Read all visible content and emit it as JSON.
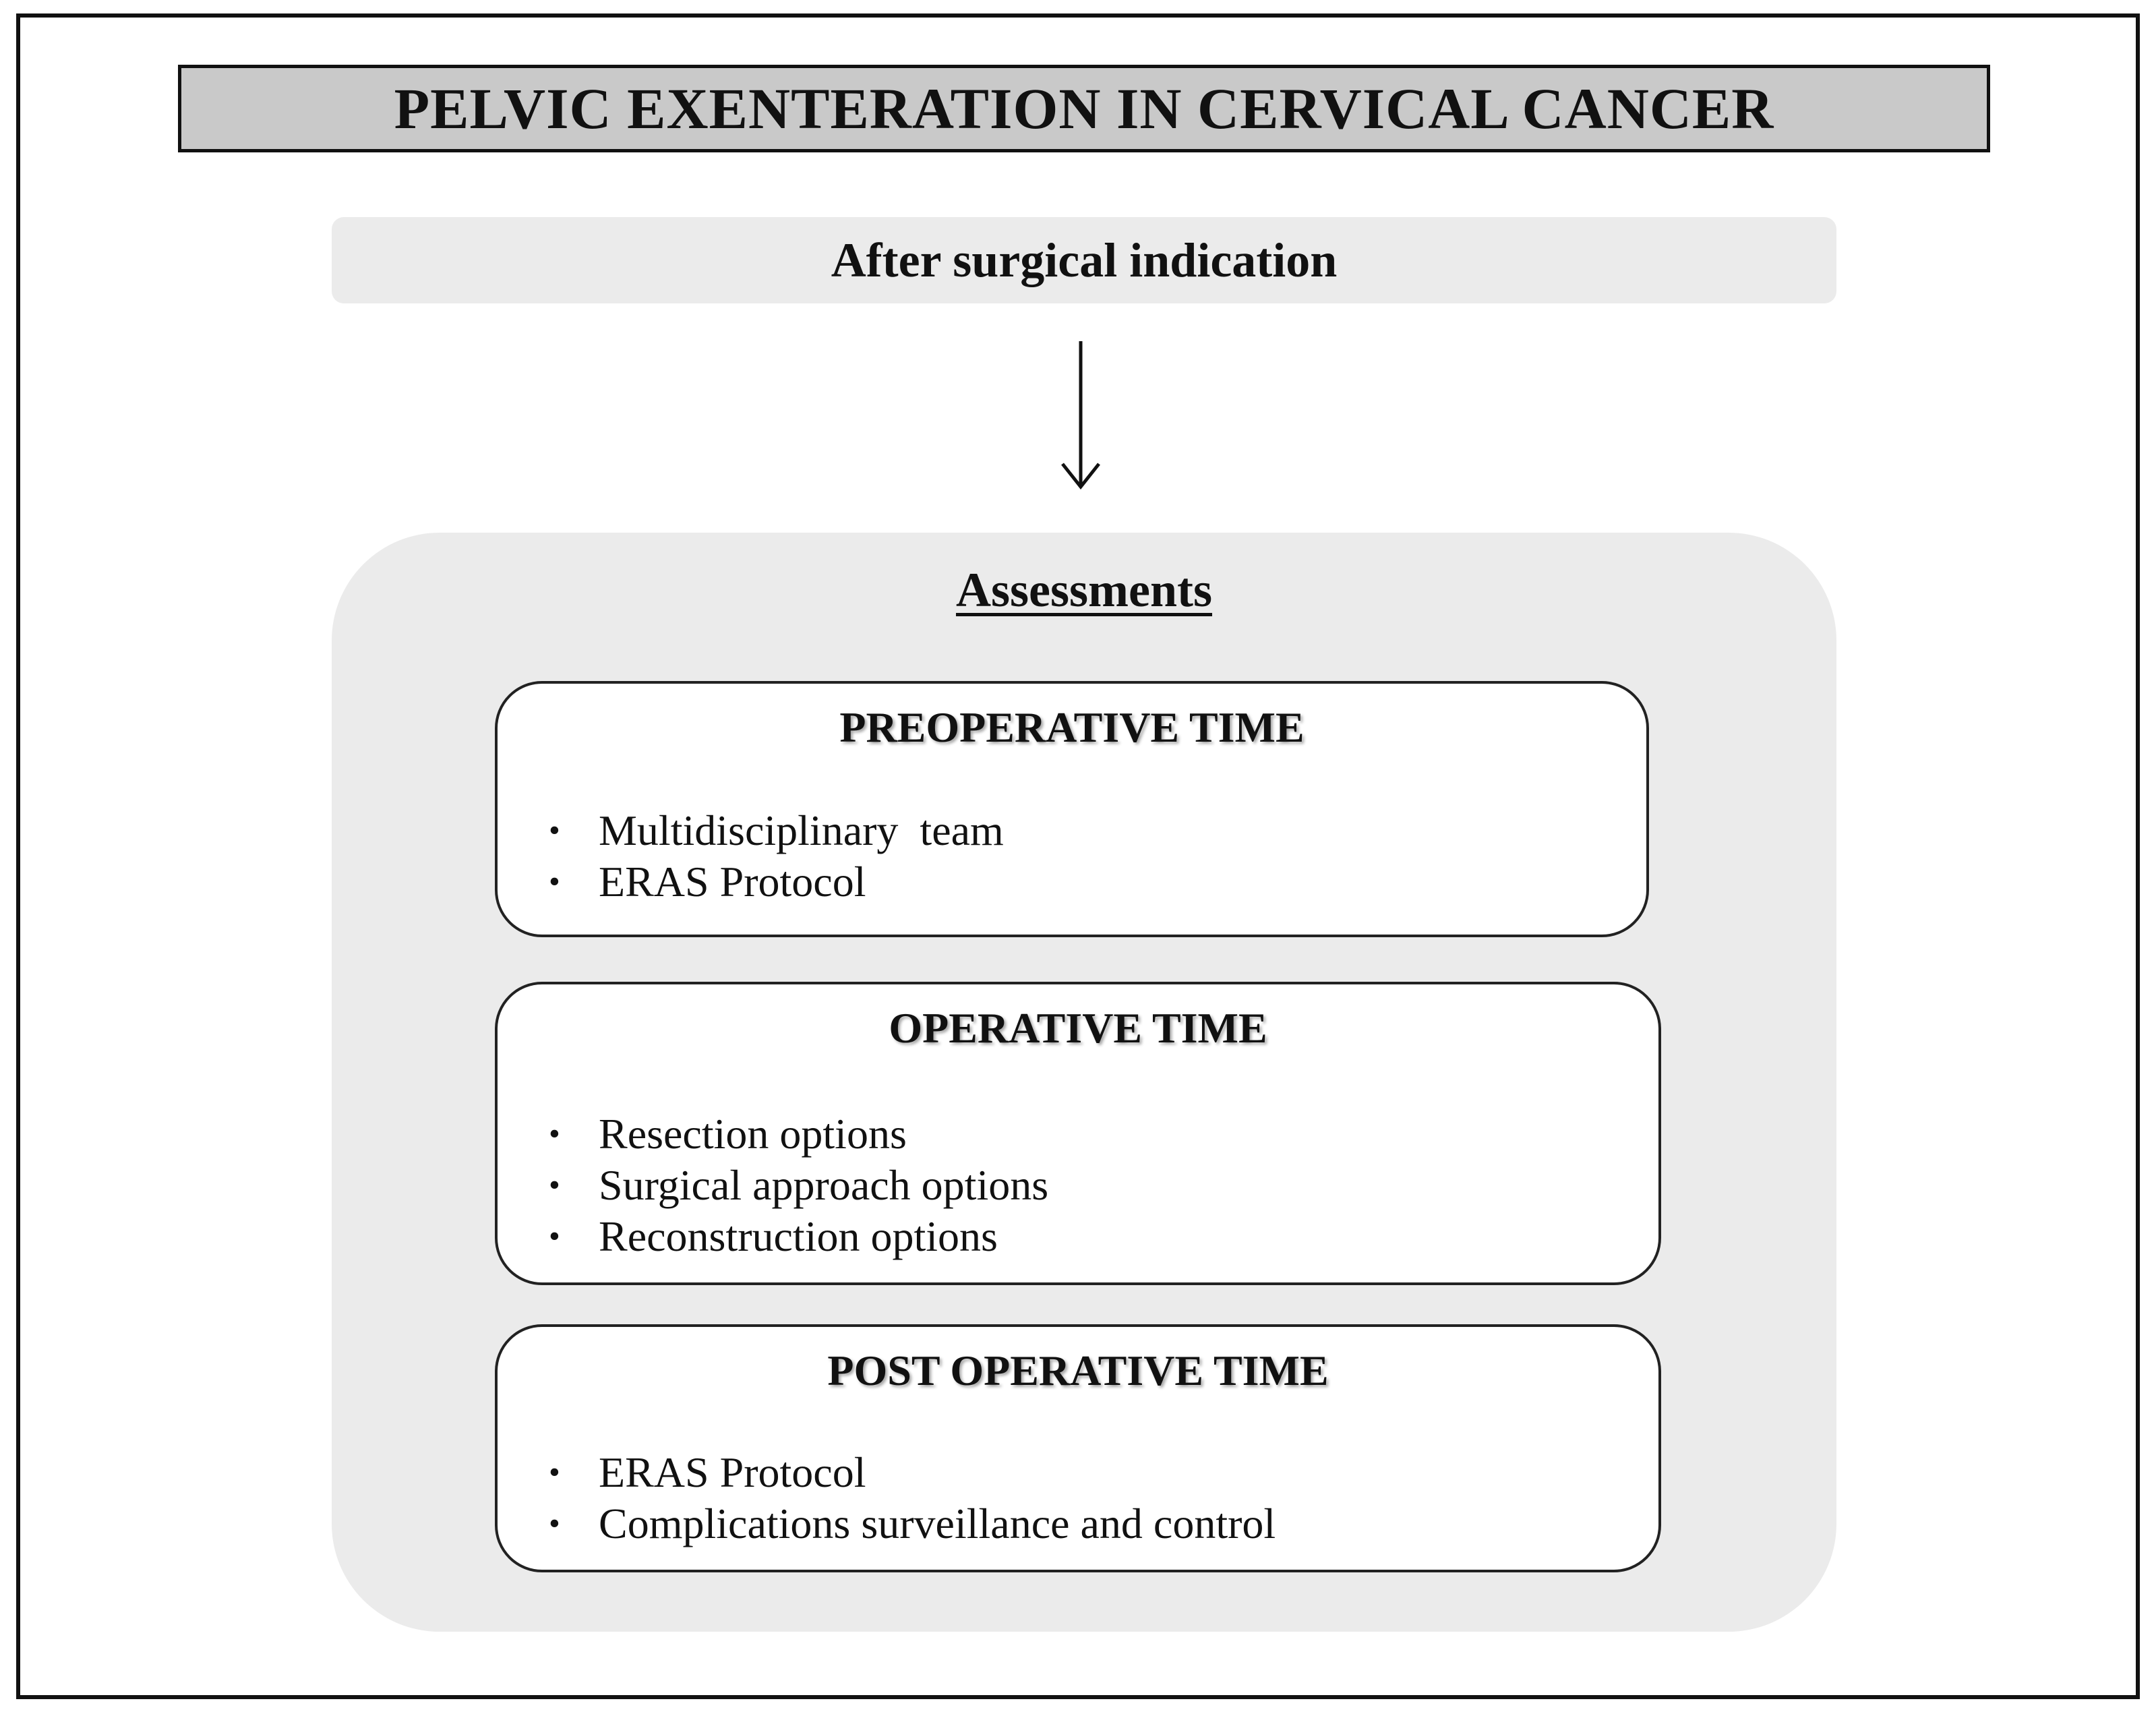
{
  "title": "PELVIC EXENTERATION IN CERVICAL CANCER",
  "indication": "After surgical indication",
  "assessments": {
    "heading": "Assessments",
    "phases": [
      {
        "title": "PREOPERATIVE TIME",
        "items": [
          "Multidisciplinary  team",
          "ERAS Protocol"
        ]
      },
      {
        "title": "OPERATIVE TIME",
        "items": [
          "Resection options",
          "Surgical approach options",
          "Reconstruction options"
        ]
      },
      {
        "title": "POST OPERATIVE TIME",
        "items": [
          "ERAS Protocol",
          "Complications surveillance and control"
        ]
      }
    ]
  },
  "bullet_glyph": "•",
  "colors": {
    "title_bar": "#c9c9c9",
    "panel": "#ebebeb",
    "border": "#111111"
  }
}
